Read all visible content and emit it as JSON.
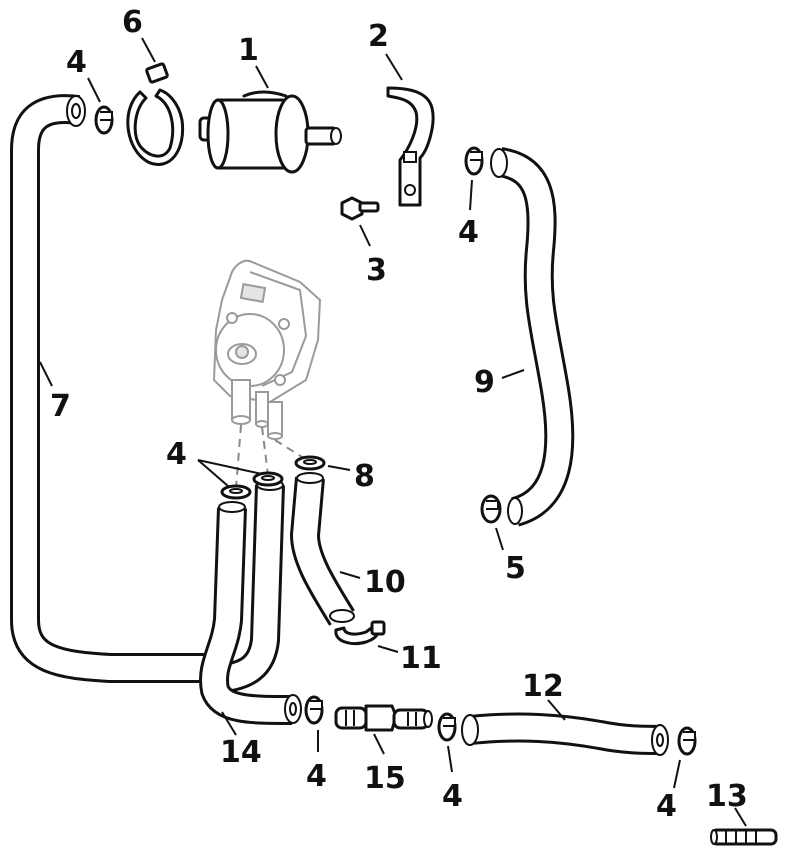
{
  "callouts": {
    "c1": "1",
    "c2": "2",
    "c3": "3",
    "c4a": "4",
    "c4b": "4",
    "c4c": "4",
    "c4d": "4",
    "c4e": "4",
    "c4f": "4",
    "c5": "5",
    "c6": "6",
    "c7": "7",
    "c8": "8",
    "c9": "9",
    "c10": "10",
    "c11": "11",
    "c12": "12",
    "c13": "13",
    "c14": "14",
    "c15": "15"
  },
  "line_color": "#111111",
  "ghost_color": "#9a9a9a"
}
